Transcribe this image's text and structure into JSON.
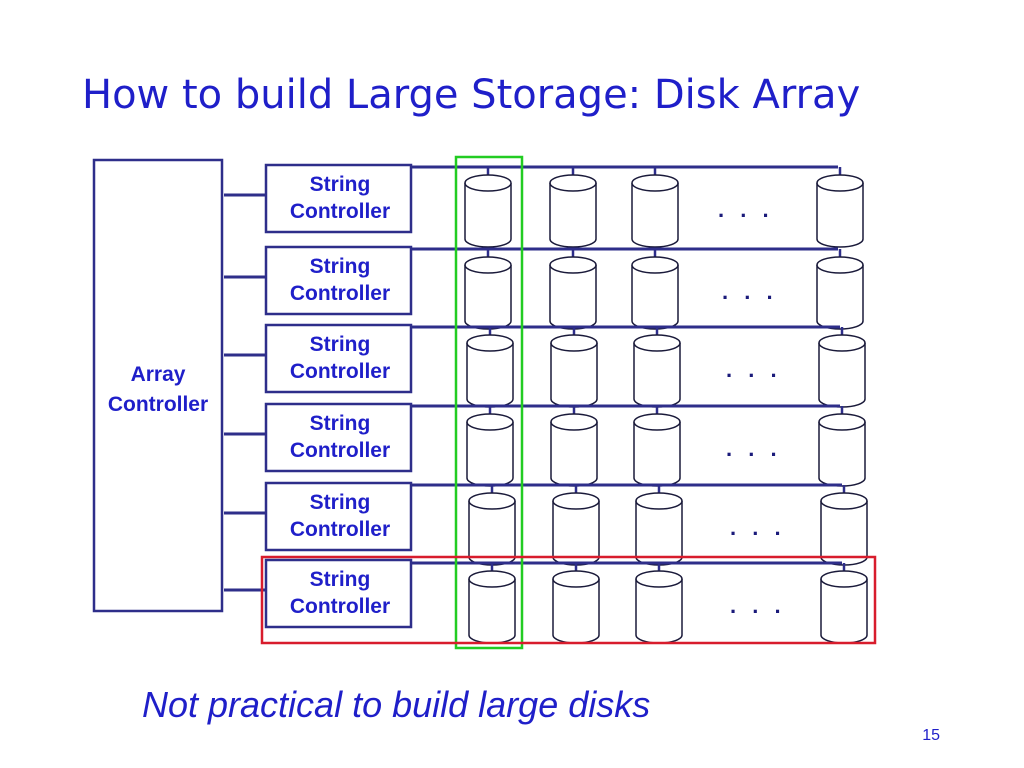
{
  "slide": {
    "title": "How to build Large Storage: Disk Array",
    "subtitle": "Not practical to build large disks",
    "page_number": "15"
  },
  "diagram": {
    "array_controller": {
      "line1": "Array",
      "line2": "Controller"
    },
    "string_controller": {
      "line1": "String",
      "line2": "Controller"
    },
    "string_count": 6,
    "disks_per_string_shown": 4,
    "ellipsis": ". . .",
    "highlight_column_color": "#22cc22",
    "highlight_row_color": "#d81c2c",
    "line_color": "#2e2e8a",
    "text_color": "#1f1fc9"
  }
}
